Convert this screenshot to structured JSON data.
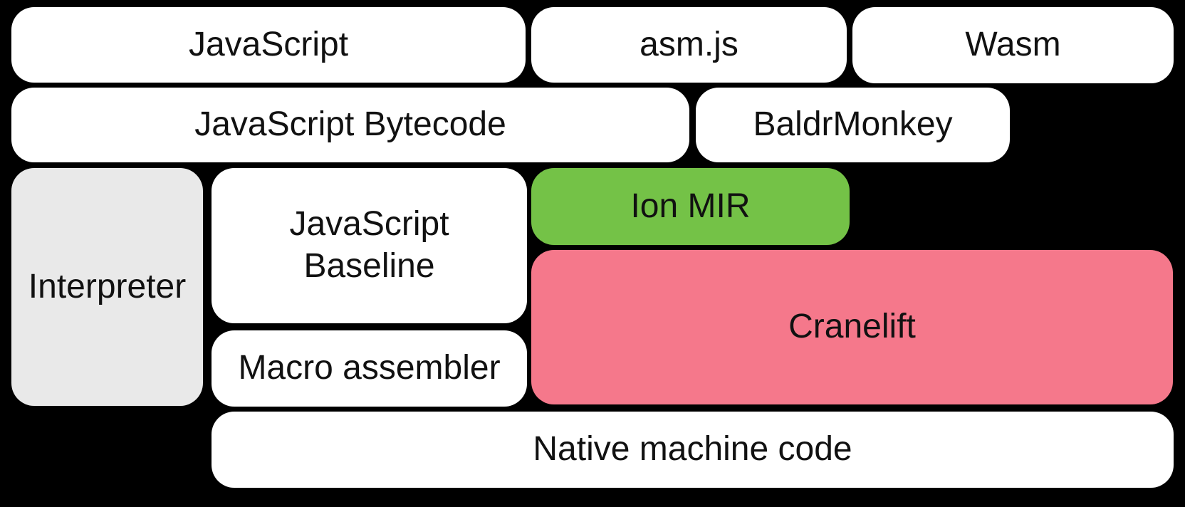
{
  "colors": {
    "bg": "#000000",
    "box-white": "#ffffff",
    "box-gray": "#e9e9e9",
    "box-green": "#74c247",
    "box-pink": "#f5788b",
    "text": "#111111"
  },
  "diagram": {
    "boxes": [
      {
        "id": "javascript",
        "label": "JavaScript",
        "variant": "white"
      },
      {
        "id": "asm-js",
        "label": "asm.js",
        "variant": "white"
      },
      {
        "id": "wasm",
        "label": "Wasm",
        "variant": "white"
      },
      {
        "id": "javascript-bytecode",
        "label": "JavaScript Bytecode",
        "variant": "white"
      },
      {
        "id": "baldrmonkey",
        "label": "BaldrMonkey",
        "variant": "white"
      },
      {
        "id": "interpreter",
        "label": "Interpreter",
        "variant": "gray"
      },
      {
        "id": "javascript-baseline",
        "lines": [
          "JavaScript",
          "Baseline"
        ],
        "variant": "white"
      },
      {
        "id": "ion-mir",
        "label": "Ion MIR",
        "variant": "green"
      },
      {
        "id": "cranelift",
        "label": "Cranelift",
        "variant": "pink"
      },
      {
        "id": "macro-assembler",
        "label": "Macro assembler",
        "variant": "white"
      },
      {
        "id": "native-machine-code",
        "label": "Native machine code",
        "variant": "white"
      }
    ]
  }
}
